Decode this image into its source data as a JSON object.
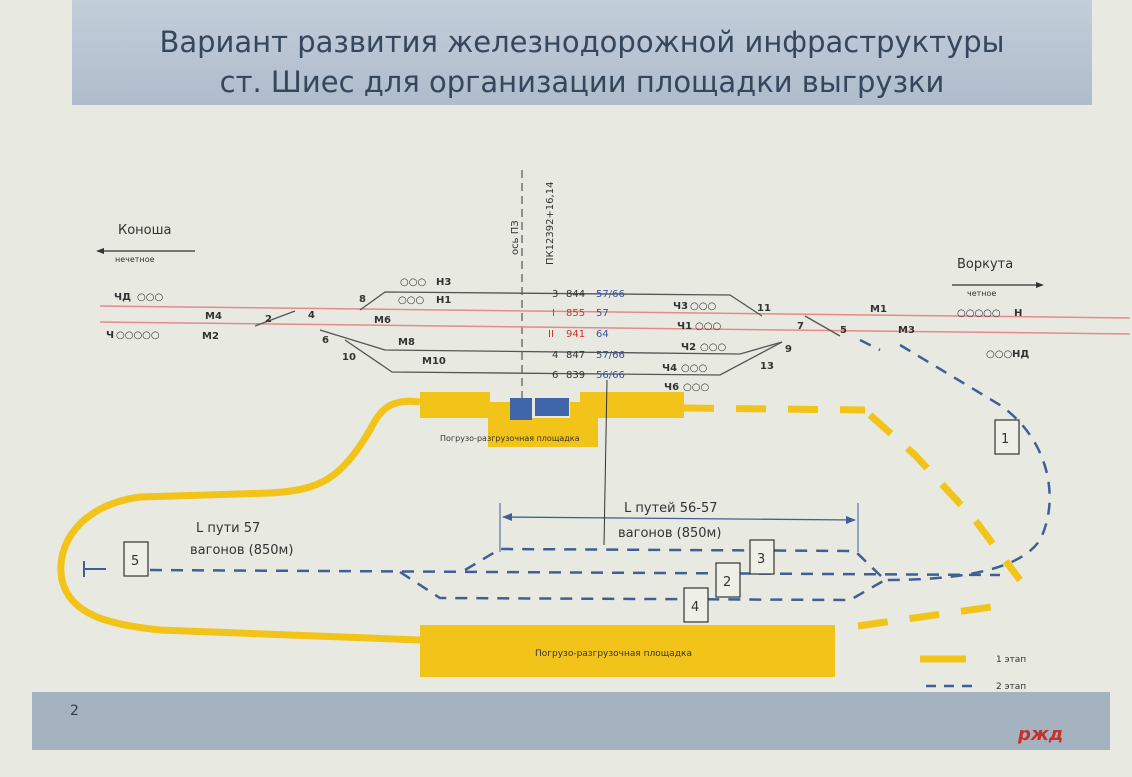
{
  "slide": {
    "title_line1": "Вариант развития железнодорожной инфраструктуры",
    "title_line2": "ст. Шиес для организации площадки выгрузки",
    "page_number": "2",
    "logo": "ржд"
  },
  "diagram": {
    "direction_left": {
      "city": "Коноша",
      "direction": "нечетное"
    },
    "direction_right": {
      "city": "Воркута",
      "direction": "четное"
    },
    "axis_label": "ось ПЗ",
    "picket_label": "ПК12392+16,14",
    "tracks": [
      {
        "num": "3",
        "length": "844",
        "capacity": "57/66"
      },
      {
        "num": "I",
        "length": "855",
        "capacity": "57"
      },
      {
        "num": "II",
        "length": "941",
        "capacity": "64"
      },
      {
        "num": "4",
        "length": "847",
        "capacity": "57/66"
      },
      {
        "num": "6",
        "length": "839",
        "capacity": "56/66"
      }
    ],
    "signals": [
      "ЧД",
      "Ч",
      "М4",
      "М2",
      "Н3",
      "Н1",
      "М6",
      "М8",
      "М10",
      "Ч3",
      "Ч1",
      "Ч2",
      "Ч4",
      "Ч6",
      "М1",
      "М3",
      "Н",
      "НД"
    ],
    "switches": [
      "2",
      "4",
      "6",
      "8",
      "10",
      "7",
      "5",
      "9",
      "11",
      "13"
    ],
    "platform_label_top": "Погрузо-разгрузочная площадка",
    "platform_label_bottom": "Погрузо-разгрузочная площадка",
    "dim_label_line1": "L путей 56-57",
    "dim_label_line2": "вагонов (850м)",
    "left_label_line1": "L пути 57",
    "left_label_line2": "вагонов (850м)",
    "stage_boxes": [
      "1",
      "2",
      "3",
      "4",
      "5"
    ]
  },
  "legend": [
    {
      "label": "1 этап",
      "color": "#f2c318",
      "style": "solid"
    },
    {
      "label": "2 этап",
      "color": "#3f5f95",
      "style": "dashed"
    }
  ],
  "colors": {
    "main_track": "#e58a8a",
    "station_track": "#555555",
    "stage1": "#f2c318",
    "stage2": "#3f5f95",
    "blue_numbers": "#3a4fa0",
    "red_numbers": "#d03030"
  }
}
